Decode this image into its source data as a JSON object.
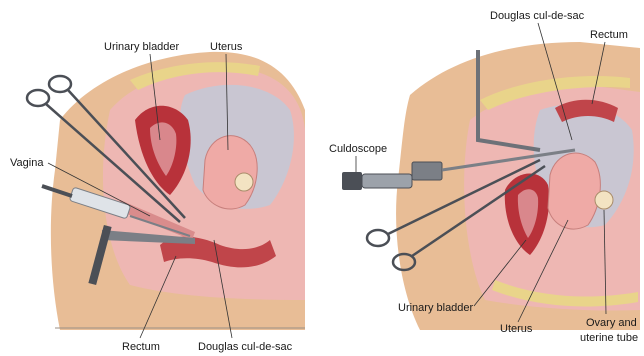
{
  "colors": {
    "skin": "#e8bd96",
    "skin_shadow": "#d4a07a",
    "tissue_pink": "#eeb7b3",
    "bladder": "#b8323a",
    "bladder_inner": "#d9878c",
    "uterus": "#efaaa6",
    "rectum": "#c0454a",
    "fat_yellow": "#e9d48a",
    "cavity": "#c9c6d2",
    "instrument": "#7b7f86",
    "instrument_dark": "#4b4f56",
    "background": "#ffffff"
  },
  "left_figure": {
    "labels": {
      "urinary_bladder": "Urinary bladder",
      "uterus": "Uterus",
      "vagina": "Vagina",
      "rectum": "Rectum",
      "douglas": "Douglas cul-de-sac"
    }
  },
  "right_figure": {
    "labels": {
      "douglas": "Douglas cul-de-sac",
      "rectum": "Rectum",
      "culdoscope": "Culdoscope",
      "urinary_bladder": "Urinary bladder",
      "uterus": "Uterus",
      "ovary_line1": "Ovary and",
      "ovary_line2": "uterine tube"
    }
  }
}
